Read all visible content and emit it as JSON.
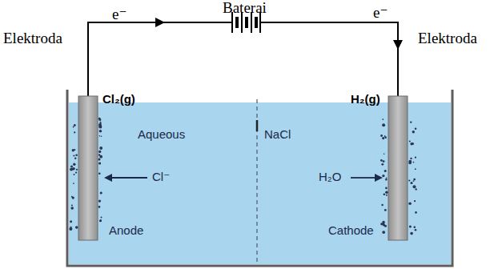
{
  "diagram": {
    "labels": [
      "Baterai",
      "e⁻",
      "e⁻",
      "Elektroda",
      "Elektroda",
      "Cl₂(g)",
      "H₂(g)",
      "Aqueous",
      "NaCl",
      "Cl⁻",
      "H₂O",
      "Anode",
      "Cathode"
    ]
  }
}
